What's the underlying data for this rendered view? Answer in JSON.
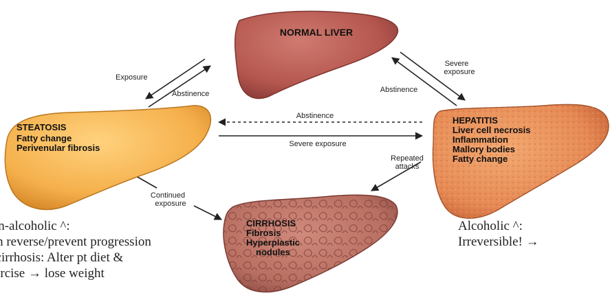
{
  "stages": {
    "normal_liver": {
      "title": "NORMAL LIVER"
    },
    "steatosis": {
      "title": "STEATOSIS",
      "lines": [
        "Fatty change",
        "Perivenular fibrosis"
      ]
    },
    "hepatitis": {
      "title": "HEPATITIS",
      "lines": [
        "Liver cell necrosis",
        "Inflammation",
        "Mallory bodies",
        "Fatty change"
      ]
    },
    "cirrhosis": {
      "title": "CIRRHOSIS",
      "lines": [
        "Fibrosis",
        "Hyperplastic",
        "nodules"
      ]
    }
  },
  "transitions": {
    "normal_to_steatosis": "Exposure",
    "steatosis_to_normal": "Abstinence",
    "normal_to_hepatitis": [
      "Severe",
      "exposure"
    ],
    "hepatitis_to_normal": "Abstinence",
    "hepatitis_to_steatosis": "Abstinence",
    "steatosis_to_hepatitis": "Severe exposure",
    "hepatitis_to_cirrhosis": [
      "Repeated",
      "attacks"
    ],
    "steatosis_to_cirrhosis": [
      "Continued",
      "exposure"
    ]
  },
  "notes": {
    "non_alcoholic": [
      "Non-alcoholic ^:",
      "Can reverse/prevent progression",
      "to cirrhosis: Alter pt diet &",
      "exercise → lose weight"
    ],
    "alcoholic": [
      "Alcoholic ^:",
      "Irreversible! →"
    ]
  },
  "colors": {
    "normal_liver": "#b5574f",
    "steatosis": "#f5b04c",
    "hepatitis": "#e68a55",
    "cirrhosis": "#b86f62"
  }
}
